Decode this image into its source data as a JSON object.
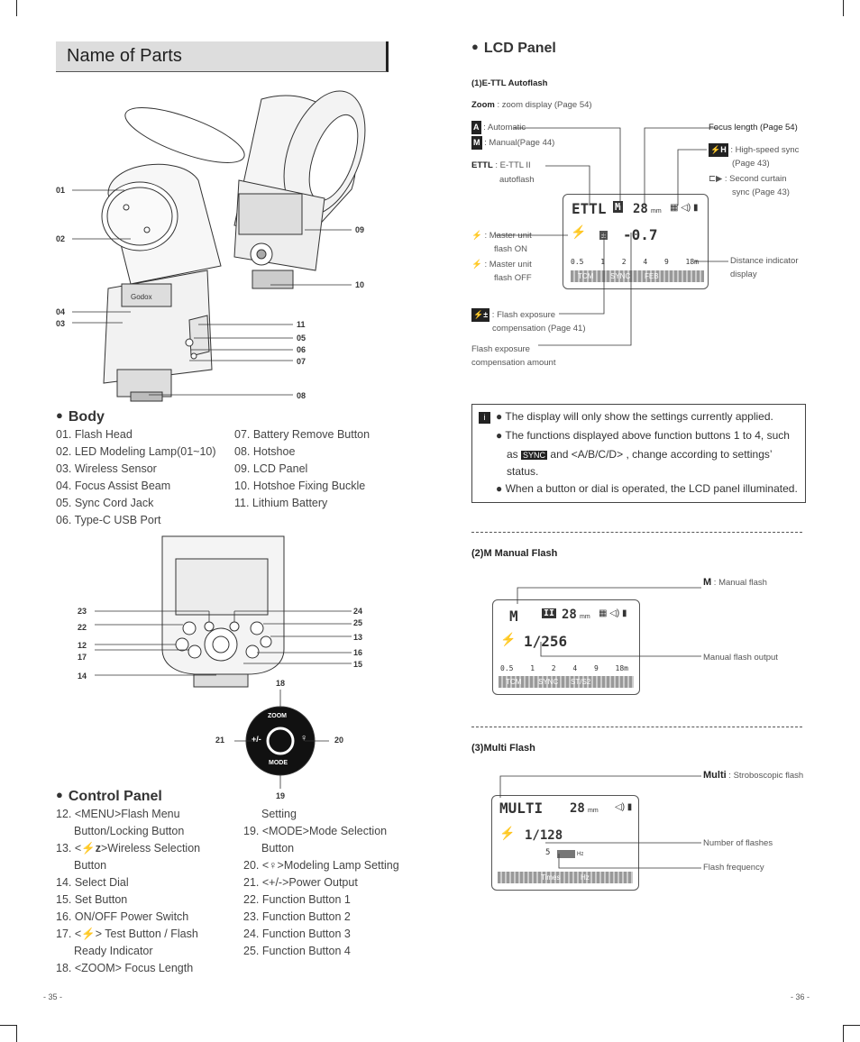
{
  "page_title": "Name of Parts",
  "body_section": {
    "heading": "Body",
    "labels": {
      "n01": "01",
      "n02": "02",
      "n04": "04",
      "n03": "03",
      "n09": "09",
      "n10": "10",
      "n11": "11",
      "n05": "05",
      "n06": "06",
      "n07": "07",
      "n08": "08"
    },
    "left_items": [
      "01. Flash Head",
      "02. LED Modeling Lamp(01~10)",
      "03. Wireless Sensor",
      "04. Focus Assist Beam",
      "05. Sync Cord Jack",
      "06. Type-C USB Port"
    ],
    "right_items": [
      "07. Battery Remove Button",
      "08. Hotshoe",
      "09. LCD Panel",
      "10. Hotshoe Fixing Buckle",
      "11. Lithium Battery"
    ]
  },
  "control_labels": {
    "n23": "23",
    "n22": "22",
    "n12": "12",
    "n17": "17",
    "n14": "14",
    "n24": "24",
    "n25": "25",
    "n13": "13",
    "n16": "16",
    "n15": "15",
    "n18": "18",
    "n21": "21",
    "n20": "20",
    "n19": "19",
    "zoom": "ZOOM",
    "mode": "MODE",
    "plusminus": "+/-"
  },
  "control_section": {
    "heading": "Control Panel",
    "left_items": [
      {
        "t": "12. <MENU>Flash Menu",
        "i": false
      },
      {
        "t": "Button/Locking Button",
        "i": true
      },
      {
        "t": "13. <",
        "i": false,
        "after": ">Wireless Selection"
      },
      {
        "t": "Button",
        "i": true
      },
      {
        "t": "14. Select Dial",
        "i": false
      },
      {
        "t": "15. Set Button",
        "i": false
      },
      {
        "t": "16. ON/OFF Power Switch",
        "i": false
      },
      {
        "t": "17. <",
        "i": false,
        "after": "> Test Button / Flash"
      },
      {
        "t": "Ready Indicator",
        "i": true
      },
      {
        "t": "18. <ZOOM> Focus Length",
        "i": false
      }
    ],
    "right_items": [
      {
        "t": "Setting",
        "i": true
      },
      {
        "t": "19. <MODE>Mode Selection",
        "i": false
      },
      {
        "t": "Button",
        "i": true
      },
      {
        "t": "20. <",
        "i": false,
        "after": ">Modeling Lamp Setting"
      },
      {
        "t": "21. <+/->Power Output",
        "i": false
      },
      {
        "t": "22. Function Button 1",
        "i": false
      },
      {
        "t": "23. Function Button 2",
        "i": false
      },
      {
        "t": "24. Function Button 3",
        "i": false
      },
      {
        "t": "25. Function Button 4",
        "i": false
      }
    ]
  },
  "lcd_panel": {
    "heading": "LCD Panel",
    "ettl": {
      "subheading": "(1)E-TTL Autoflash",
      "zoom_bold": "Zoom",
      "zoom_text": " : zoom display (Page 54)",
      "auto": ": Automatic",
      "manual": ": Manual(Page 44)",
      "focus": "Focus length (Page 54)",
      "hss1": ": High-speed sync",
      "hss2": "(Page 43)",
      "sc1": ": Second curtain",
      "sc2": "sync (Page 43)",
      "ettl_bold": "ETTL",
      "ettl_text": " : E-TTL II",
      "ettl_text2": "autoflash",
      "mon1": ": Master unit",
      "mon2": "flash ON",
      "moff1": ": Master unit",
      "moff2": "flash OFF",
      "dist1": "Distance indicator",
      "dist2": "display",
      "fec1": ": Flash exposure",
      "fec2": "compensation (Page 41)",
      "fea1": "Flash exposure",
      "fea2": "compensation amount",
      "lcd_mode": "ETTL",
      "lcd_zoom": "28",
      "lcd_mm": "mm",
      "lcd_value": "-0.7",
      "scale": [
        "0.5",
        "1",
        "2",
        "4",
        "9",
        "18m"
      ],
      "tabs": [
        "TCM",
        "SYNC",
        "FEB"
      ]
    },
    "notes": {
      "n1": "The display will only show the settings currently applied.",
      "n2": "The functions displayed above function buttons 1 to 4, such",
      "n3a": "as",
      "n3badge": "SYNC",
      "n3b": "and <A/B/C/D> , change according to settings’",
      "n4": "status.",
      "n5": "When a button or dial is operated, the LCD panel illuminated."
    },
    "manual": {
      "subheading": "(2)M Manual Flash",
      "m_bold": "M",
      "m_text": " : Manual flash",
      "output": "Manual flash output",
      "lcd_mode": "M",
      "lcd_zoom": "28",
      "lcd_mm": "mm",
      "lcd_value": "1/256",
      "scale": [
        "0.5",
        "1",
        "2",
        "4",
        "9",
        "18m"
      ],
      "tabs": [
        "TCM",
        "SYNC",
        "ST/S2"
      ]
    },
    "multi": {
      "subheading": "(3)Multi Flash",
      "multi_bold": "Multi",
      "multi_text": " : Stroboscopic flash",
      "flashes": "Number of flashes",
      "freq": "Flash frequency",
      "lcd_mode": "MULTI",
      "lcd_zoom": "28",
      "lcd_mm": "mm",
      "lcd_value": "1/128",
      "lcd_count": "5",
      "lcd_hz": "Hz",
      "tabs": [
        "Times",
        "Hz"
      ]
    }
  },
  "page_left": "-  35  -",
  "page_right": "-  36  -"
}
